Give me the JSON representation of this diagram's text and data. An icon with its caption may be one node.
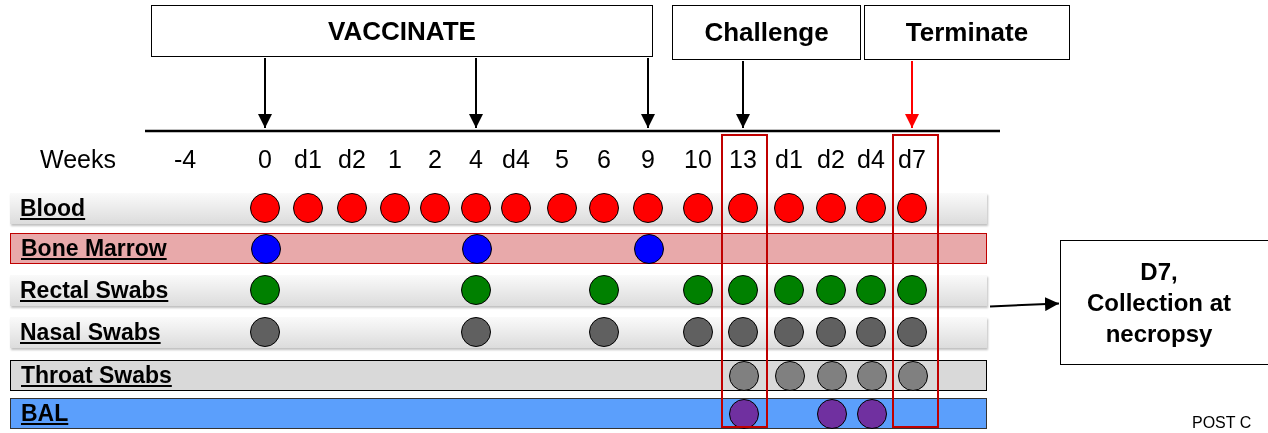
{
  "diagram": {
    "nodes": [
      {
        "text": [
          "VACCINATE"
        ]
      },
      {
        "text": [
          "Challenge"
        ]
      },
      {
        "text": [
          "Terminate"
        ]
      },
      {
        "text": [
          "Blood"
        ]
      },
      {
        "text": [
          "Bone Marrow"
        ]
      },
      {
        "text": [
          "Rectal Swabs"
        ]
      },
      {
        "text": [
          "Nasal Swabs"
        ]
      },
      {
        "text": [
          "Throat Swabs"
        ]
      },
      {
        "text": [
          "BAL"
        ]
      },
      {
        "text": [
          "D7, Collection at necropsy"
        ]
      },
      {
        "text": [
          "-4"
        ]
      },
      {
        "text": [
          "0"
        ]
      },
      {
        "text": [
          "d1"
        ]
      },
      {
        "text": [
          "d2"
        ]
      },
      {
        "text": [
          "1"
        ]
      },
      {
        "text": [
          "2"
        ]
      },
      {
        "text": [
          "4"
        ]
      },
      {
        "text": [
          "d4"
        ]
      },
      {
        "text": [
          "5"
        ]
      },
      {
        "text": [
          "6"
        ]
      },
      {
        "text": [
          "9"
        ]
      },
      {
        "text": [
          "10"
        ]
      },
      {
        "text": [
          "13"
        ]
      },
      {
        "text": [
          "d1"
        ]
      },
      {
        "text": [
          "d2"
        ]
      },
      {
        "text": [
          "d4"
        ]
      },
      {
        "text": [
          "d7"
        ]
      },
      {
        "text": [],
        "shape": "circle",
        "in": 3
      },
      {
        "text": [],
        "shape": "circle",
        "in": 3
      },
      {
        "text": [],
        "shape": "circle",
        "in": 3
      },
      {
        "text": [],
        "shape": "circle",
        "in": 3
      },
      {
        "text": [],
        "shape": "circle",
        "in": 3
      },
      {
        "text": [],
        "shape": "circle",
        "in": 3
      },
      {
        "text": [],
        "shape": "circle",
        "in": 3
      },
      {
        "text": [],
        "shape": "circle",
        "in": 3
      },
      {
        "text": [],
        "shape": "circle",
        "in": 3
      },
      {
        "text": [],
        "shape": "circle",
        "in": 3
      },
      {
        "text": [],
        "shape": "circle",
        "in": 3
      },
      {
        "text": [],
        "shape": "circle",
        "in": 3
      },
      {
        "text": [],
        "shape": "circle",
        "in": 3
      },
      {
        "text": [],
        "shape": "circle",
        "in": 3
      },
      {
        "text": [],
        "shape": "circle",
        "in": 3
      },
      {
        "text": [],
        "shape": "circle",
        "in": 3
      },
      {
        "text": [],
        "shape": "circle",
        "in": 4
      },
      {
        "text": [],
        "shape": "circle",
        "in": 4
      },
      {
        "text": [],
        "shape": "circle",
        "in": 4
      },
      {
        "text": [],
        "shape": "circle",
        "in": 5
      },
      {
        "text": [],
        "shape": "circle",
        "in": 5
      },
      {
        "text": [],
        "shape": "circle",
        "in": 5
      },
      {
        "text": [],
        "shape": "circle",
        "in": 5
      },
      {
        "text": [],
        "shape": "circle",
        "in": 5
      },
      {
        "text": [],
        "shape": "circle",
        "in": 5
      },
      {
        "text": [],
        "shape": "circle",
        "in": 5
      },
      {
        "text": [],
        "shape": "circle",
        "in": 5
      },
      {
        "text": [],
        "shape": "circle",
        "in": 5
      },
      {
        "text": [],
        "shape": "circle",
        "in": 6
      },
      {
        "text": [],
        "shape": "circle",
        "in": 6
      },
      {
        "text": [],
        "shape": "circle",
        "in": 6
      },
      {
        "text": [],
        "shape": "circle",
        "in": 6
      },
      {
        "text": [],
        "shape": "circle",
        "in": 6
      },
      {
        "text": [],
        "shape": "circle",
        "in": 6
      },
      {
        "text": [],
        "shape": "circle",
        "in": 6
      },
      {
        "text": [],
        "shape": "circle",
        "in": 6
      },
      {
        "text": [],
        "shape": "circle",
        "in": 6
      },
      {
        "text": [],
        "shape": "circle",
        "in": 7
      },
      {
        "text": [],
        "shape": "circle",
        "in": 7
      },
      {
        "text": [],
        "shape": "circle",
        "in": 7
      },
      {
        "text": [],
        "shape": "circle",
        "in": 7
      },
      {
        "text": [],
        "shape": "circle",
        "in": 7
      },
      {
        "text": [],
        "shape": "circle",
        "in": 8
      },
      {
        "text": [],
        "shape": "circle",
        "in": 8
      },
      {
        "text": [],
        "shape": "circle",
        "in": 8
      }
    ],
    "edges": [
      {
        "from": 0,
        "to": 11,
        "arrow": "to"
      },
      {
        "from": 0,
        "to": 16,
        "arrow": "to"
      },
      {
        "from": 0,
        "to": 20,
        "arrow": "to"
      },
      {
        "from": 1,
        "to": 22,
        "arrow": "to"
      },
      {
        "from": 2,
        "to": 26,
        "arrow": "to",
        "color": "#ff0000"
      },
      {
        "from": 5,
        "to": 9,
        "arrow": "to"
      }
    ],
    "labels": [
      "Weeks",
      "POST C"
    ]
  }
}
